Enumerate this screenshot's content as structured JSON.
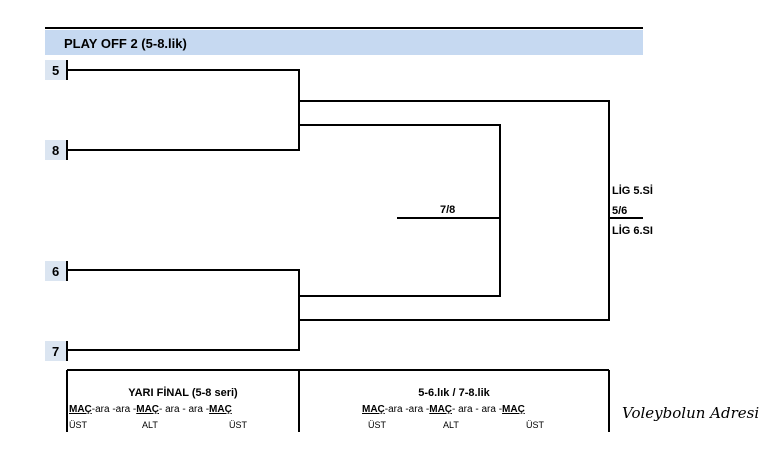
{
  "header": {
    "title": "PLAY OFF 2 (5-8.lik)"
  },
  "seeds": [
    "5",
    "8",
    "6",
    "7"
  ],
  "bracket": {
    "third_place_label": "7/8",
    "final_label": "5/6",
    "final_winner_top": "LİG 5.Sİ",
    "final_winner_bottom": "LİG 6.SI"
  },
  "footer": {
    "semifinal": {
      "title": "YARI FİNAL (5-8 seri)",
      "mac": "MAÇ",
      "ara1": "-ara -ara -",
      "ara2": "- ara  - ara -",
      "venues": [
        "ÜST",
        "ALT",
        "ÜST"
      ]
    },
    "final": {
      "title": "5-6.lık / 7-8.lik",
      "mac": "MAÇ",
      "ara1": "-ara -ara -",
      "ara2": "- ara  - ara -",
      "venues": [
        "ÜST",
        "ALT",
        "ÜST"
      ]
    }
  },
  "signature": "Voleybolun Adresi",
  "colors": {
    "header_band": "#c6d9f1",
    "seed_box": "#dbe5f1",
    "line": "#000000"
  }
}
